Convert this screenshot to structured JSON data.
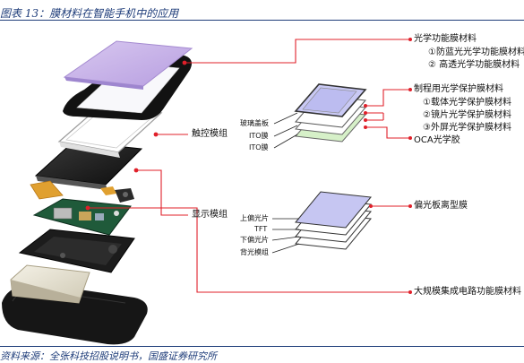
{
  "header": {
    "title": "图表 13：膜材料在智能手机中的应用"
  },
  "labels": {
    "touch_module": "触控模组",
    "display_module": "显示模组",
    "optical_functional_film": "光学功能膜材料",
    "anti_blue": "①防蓝光光学功能膜材料",
    "high_transmittance": "② 高透光学功能膜材料",
    "process_protective_film": "制程用光学保护膜材料",
    "carrier_protective": "①载体光学保护膜材料",
    "lens_protective": "②镜片光学保护膜材料",
    "external_screen_protective": "③外屏光学保护膜材料",
    "oca": "OCA光学胶",
    "glass_cover": "玻璃盖板",
    "ito_film_1": "ITO膜",
    "ito_film_2": "ITO膜",
    "polarizer_release": "偏光板离型膜",
    "upper_polarizer": "上偏光片",
    "tft": "TFT",
    "lower_polarizer": "下偏光片",
    "backlight_module": "背光模组",
    "lsi_film": "大规模集成电路功能膜材料"
  },
  "footer": {
    "source": "资料来源：全张科技招股说明书，国盛证券研究所"
  }
}
